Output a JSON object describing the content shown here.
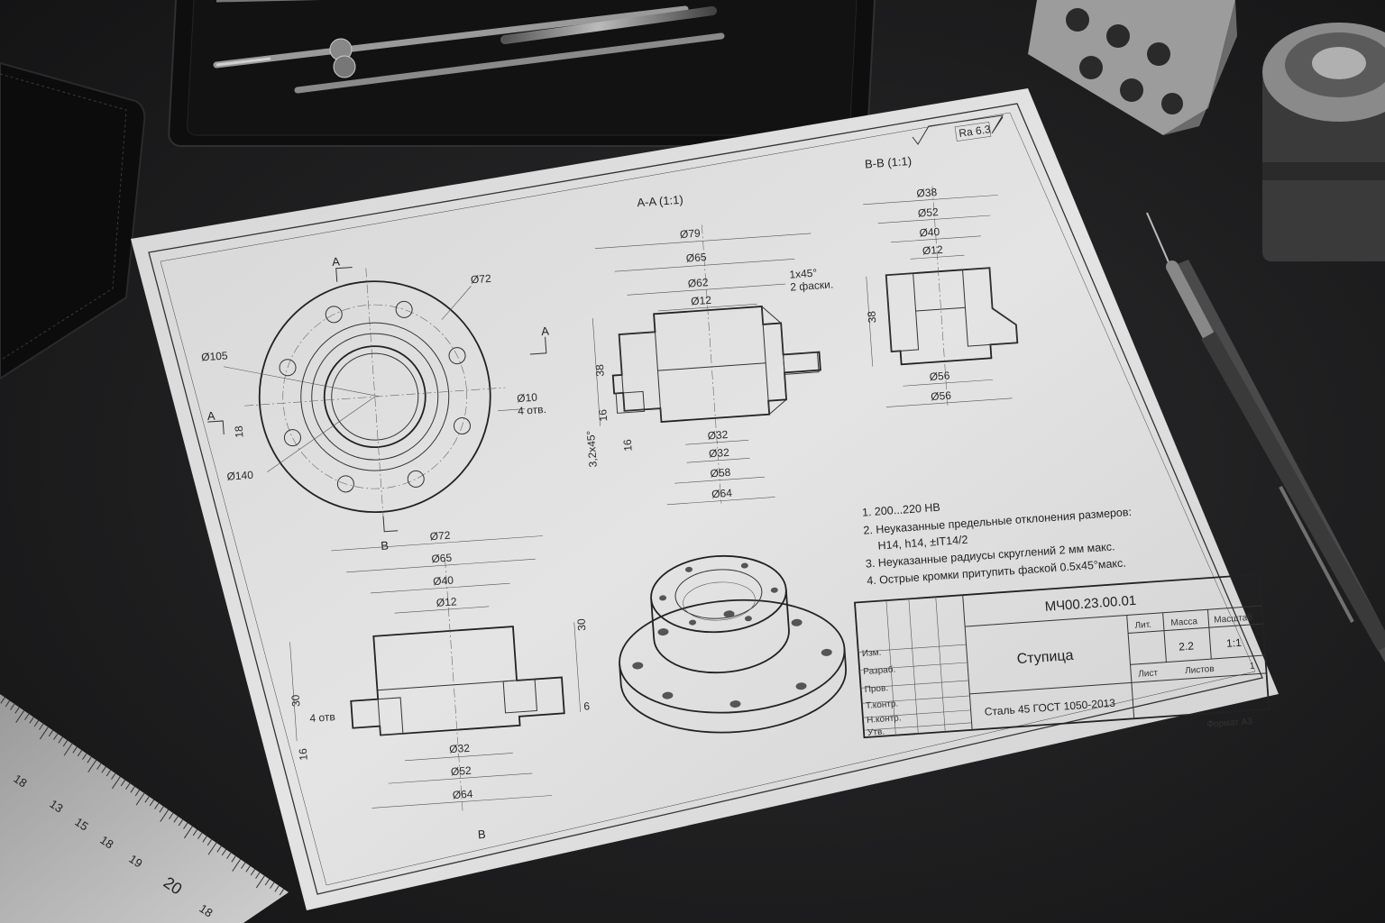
{
  "roughness": "Ra 6.3",
  "section_aa": "A-A (1:1)",
  "section_bb": "B-B (1:1)",
  "plan": {
    "cut_a": "A",
    "cut_b": "B",
    "d72": "Ø72",
    "d105": "Ø105",
    "d10": "Ø10",
    "holes": "4 отв.",
    "h18": "18",
    "d140": "Ø140"
  },
  "aa": {
    "d79": "Ø79",
    "d65": "Ø65",
    "d62": "Ø62",
    "d12": "Ø12",
    "chamfer": "1x45°",
    "chamfers": "2 фаски.",
    "d32a": "Ø32",
    "d32b": "Ø32",
    "d58": "Ø58",
    "d64": "Ø64",
    "h38": "38",
    "h16": "16",
    "h16b": "16",
    "c3": "3,2x45°"
  },
  "bb": {
    "d38": "Ø38",
    "d52": "Ø52",
    "d40": "Ø40",
    "d12": "Ø12",
    "d56a": "Ø56",
    "d56b": "Ø56",
    "h38": "38"
  },
  "front": {
    "d72": "Ø72",
    "d65": "Ø65",
    "d40": "Ø40",
    "d12": "Ø12",
    "d32": "Ø32",
    "d52": "Ø52",
    "d64": "Ø64",
    "h30": "30",
    "h30b": "30",
    "h16": "16",
    "h6": "6",
    "holes": "4 отв",
    "cut_b": "B"
  },
  "notes": [
    "1. 200...220 HB",
    "2. Неуказанные предельные отклонения размеров:",
    "H14, h14, ±IT14/2",
    "3. Неуказанные радиусы скруглений 2 мм макс.",
    "4. Острые кромки притупить фаской 0.5x45°макс."
  ],
  "title_block": {
    "code": "МЧ00.23.00.01",
    "name": "Ступица",
    "material": "Сталь 45 ГОСТ 1050-2013",
    "lit": "Лит.",
    "mass": "Масса",
    "scale_h": "Масштаб",
    "mass_v": "2.2",
    "scale_v": "1:1",
    "sheet": "Лист",
    "sheets": "Листов",
    "sheets_v": "1",
    "format": "Формат А3",
    "rows": [
      "Изм.",
      "Разраб.",
      "Пров.",
      "Т.контр.",
      "Н.контр.",
      "Утв."
    ]
  },
  "ruler": [
    "18",
    "13",
    "15",
    "18",
    "19",
    "20",
    "18"
  ]
}
